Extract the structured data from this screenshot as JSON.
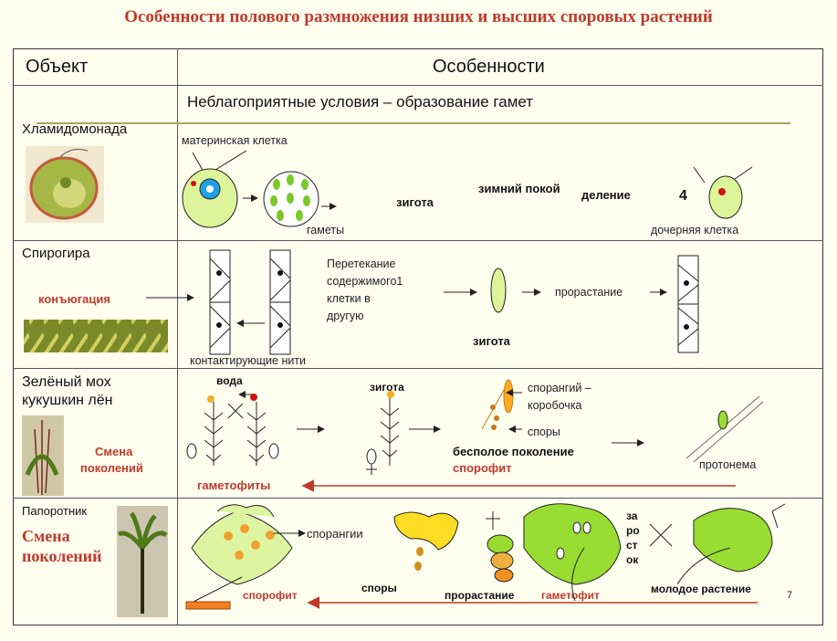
{
  "title": "Особенности полового размножения низших и высших споровых растений",
  "header": {
    "col1": "Объект",
    "col2": "Особенности"
  },
  "subheader": "Неблагоприятные условия – образование гамет",
  "rows": {
    "chlamy": {
      "name": "Хламидомонада",
      "mother_cell": "материнская клетка",
      "gametes": "гаметы",
      "zygote": "зигота",
      "winter": "зимний покой",
      "division": "деление",
      "four": "4",
      "daughter": "дочерняя клетка"
    },
    "spiro": {
      "name": "Спирогира",
      "conjugation": "конъюгация",
      "flow1": "Перетекание",
      "flow2": "содержимого1",
      "flow3": "клетки в",
      "flow4": "другую",
      "growth": "прорастание",
      "zygote": "зигота",
      "threads": "контактирующие нити"
    },
    "moss": {
      "name1": "Зелёный мох",
      "name2": "кукушкин лён",
      "alt1": "Смена",
      "alt2": "поколений",
      "water": "вода",
      "zygote": "зигота",
      "sporangium1": "спорангий –",
      "sporangium2": "коробочка",
      "spores": "споры",
      "asexual": "бесполое поколение",
      "sporophyte": "спорофит",
      "protonema": "протонема",
      "gametophytes": "гаметофиты"
    },
    "fern": {
      "name": "Папоротник",
      "alt1": "Смена",
      "alt2": "поколений",
      "sporangia": "спорангии",
      "spores": "споры",
      "growth": "прорастание",
      "gametophyte": "гаметофит",
      "sporophyte": "спорофит",
      "young": "молодое растение",
      "zarostok": [
        "за",
        "ро",
        "ст",
        "ок"
      ]
    }
  },
  "page_number": "7",
  "colors": {
    "title": "#c0392b",
    "plant_green": "#99dd33",
    "red_label": "#c0392b",
    "divider": "#a8a860"
  }
}
